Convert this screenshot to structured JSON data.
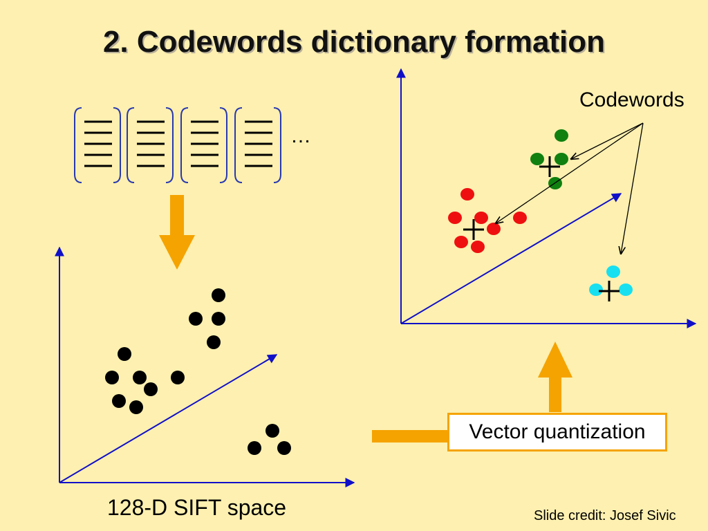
{
  "slide": {
    "title": "2. Codewords dictionary formation",
    "ellipsis": "…",
    "codewords_label": "Codewords",
    "vq_label": "Vector quantization",
    "space_label": "128-D SIFT space",
    "credit": "Slide credit: Josef Sivic"
  },
  "colors": {
    "background": "#fdf0b0",
    "axis": "#1010c8",
    "arrow": "#f5a300",
    "descriptor_bracket": "#2838b0",
    "points_black": "#000000",
    "cluster_green": "#108010",
    "cluster_red": "#ee1010",
    "cluster_cyan": "#18e0f0"
  },
  "icons": {
    "down_arrow": "arrow-down-icon",
    "up_arrow": "arrow-up-icon",
    "codeword_marker": "plus-icon"
  }
}
